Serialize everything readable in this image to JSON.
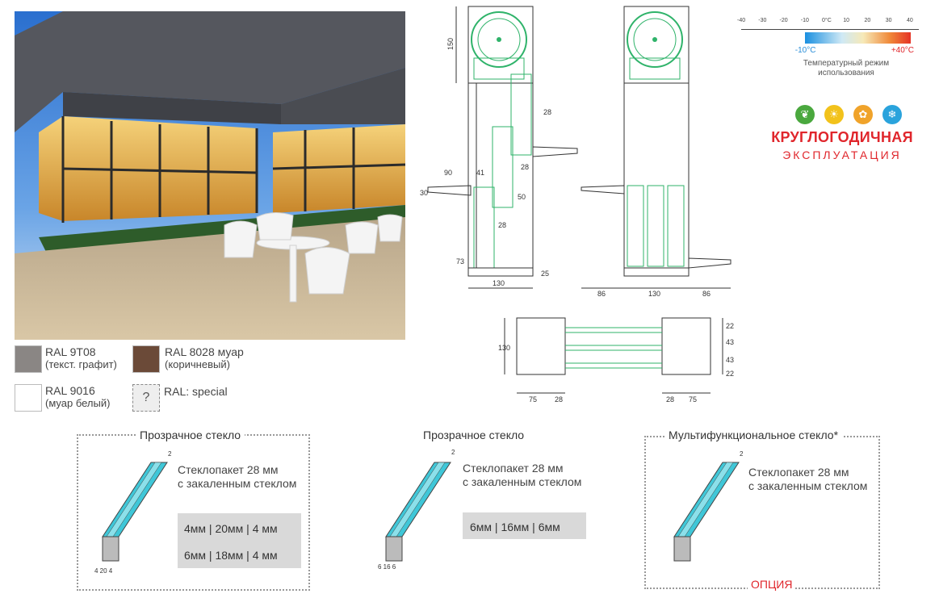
{
  "swatches": [
    {
      "code": "RAL 9T08",
      "desc": "(текст. графит)",
      "color": "#8a8684"
    },
    {
      "code": "RAL 8028 муар",
      "desc": "(коричневый)",
      "color": "#6b4a38"
    },
    {
      "code": "RAL 9016",
      "desc": "(муар белый)",
      "color": "#ffffff"
    },
    {
      "code": "RAL: special",
      "desc": "",
      "mark": "?"
    }
  ],
  "drawing": {
    "left_profile_dims": [
      "150",
      "28",
      "28",
      "90",
      "41",
      "30",
      "50",
      "28",
      "73",
      "25",
      "130"
    ],
    "right_profile_dims": [
      "86",
      "130",
      "86"
    ],
    "plan_dims": [
      "130",
      "22",
      "43",
      "43",
      "22",
      "75",
      "28",
      "28",
      "75"
    ]
  },
  "temperature": {
    "ticks": [
      "-40",
      "-30",
      "-20",
      "-10",
      "0°C",
      "10",
      "20",
      "30",
      "40"
    ],
    "min_label": "-10°C",
    "max_label": "+40°C",
    "caption_line1": "Температурный режим",
    "caption_line2": "использования",
    "min_value": -10,
    "max_value": 40
  },
  "seasons": [
    {
      "icon": "leaf-icon",
      "glyph": "❦",
      "color": "#4aa83e"
    },
    {
      "icon": "sun-icon",
      "glyph": "☀",
      "color": "#f2c21b"
    },
    {
      "icon": "autumn-icon",
      "glyph": "✿",
      "color": "#f0a32a"
    },
    {
      "icon": "snowflake-icon",
      "glyph": "❄",
      "color": "#2aa3dc"
    }
  ],
  "all_year": {
    "title": "КРУГЛОГОДИЧНАЯ",
    "subtitle": "ЭКСПЛУАТАЦИЯ"
  },
  "glass": [
    {
      "title": "Прозрачное стекло",
      "thickness": "28",
      "desc_line1": "Стеклопакет 28 мм",
      "desc_line2": "с закаленным стеклом",
      "specs": [
        "4мм | 20мм | 4 мм",
        "6мм | 18мм | 4 мм"
      ],
      "bottom_dims": "4 20 4"
    },
    {
      "title": "Прозрачное стекло",
      "thickness": "28",
      "desc_line1": "Стеклопакет 28 мм",
      "desc_line2": "с закаленным стеклом",
      "specs": [
        "6мм | 16мм | 6мм"
      ],
      "bottom_dims": "6 16 6"
    },
    {
      "title": "Мультифункциональное стекло*",
      "thickness": "28",
      "desc_line1": "Стеклопакет 28 мм",
      "desc_line2": "с закаленным стеклом",
      "specs": [],
      "option": "ОПЦИЯ"
    }
  ]
}
